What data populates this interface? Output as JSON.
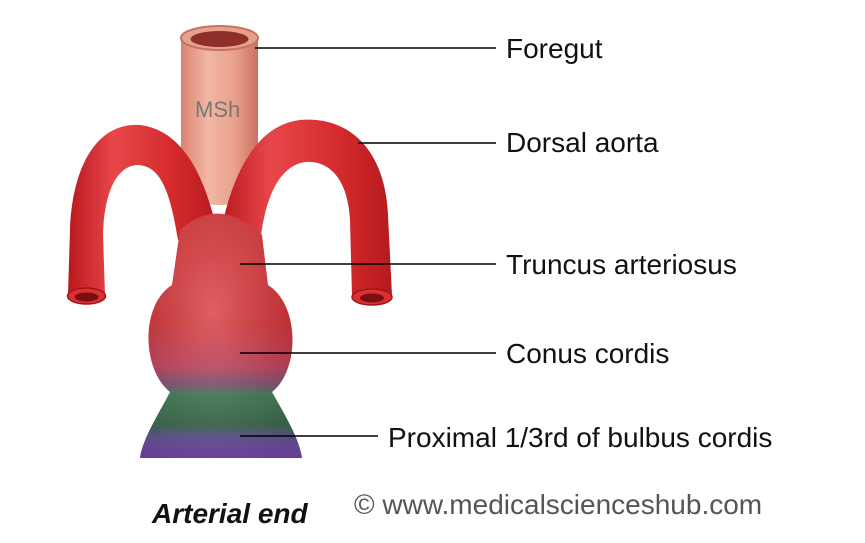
{
  "diagram": {
    "labels": {
      "foregut": "Foregut",
      "dorsal_aorta": "Dorsal aorta",
      "truncus_arteriosus": "Truncus arteriosus",
      "conus_cordis": "Conus cordis",
      "proximal_bulbus": "Proximal 1/3rd of bulbus cordis"
    },
    "foregut_marker": "MSh",
    "caption": "Arterial end",
    "copyright": "© www.medicalscienceshub.com"
  },
  "colors": {
    "foregut": "#e9a48f",
    "aorta": "#d8282b",
    "conus": "#3f7e55",
    "bulbus": "#7a47b3",
    "leader_line": "#000000"
  }
}
